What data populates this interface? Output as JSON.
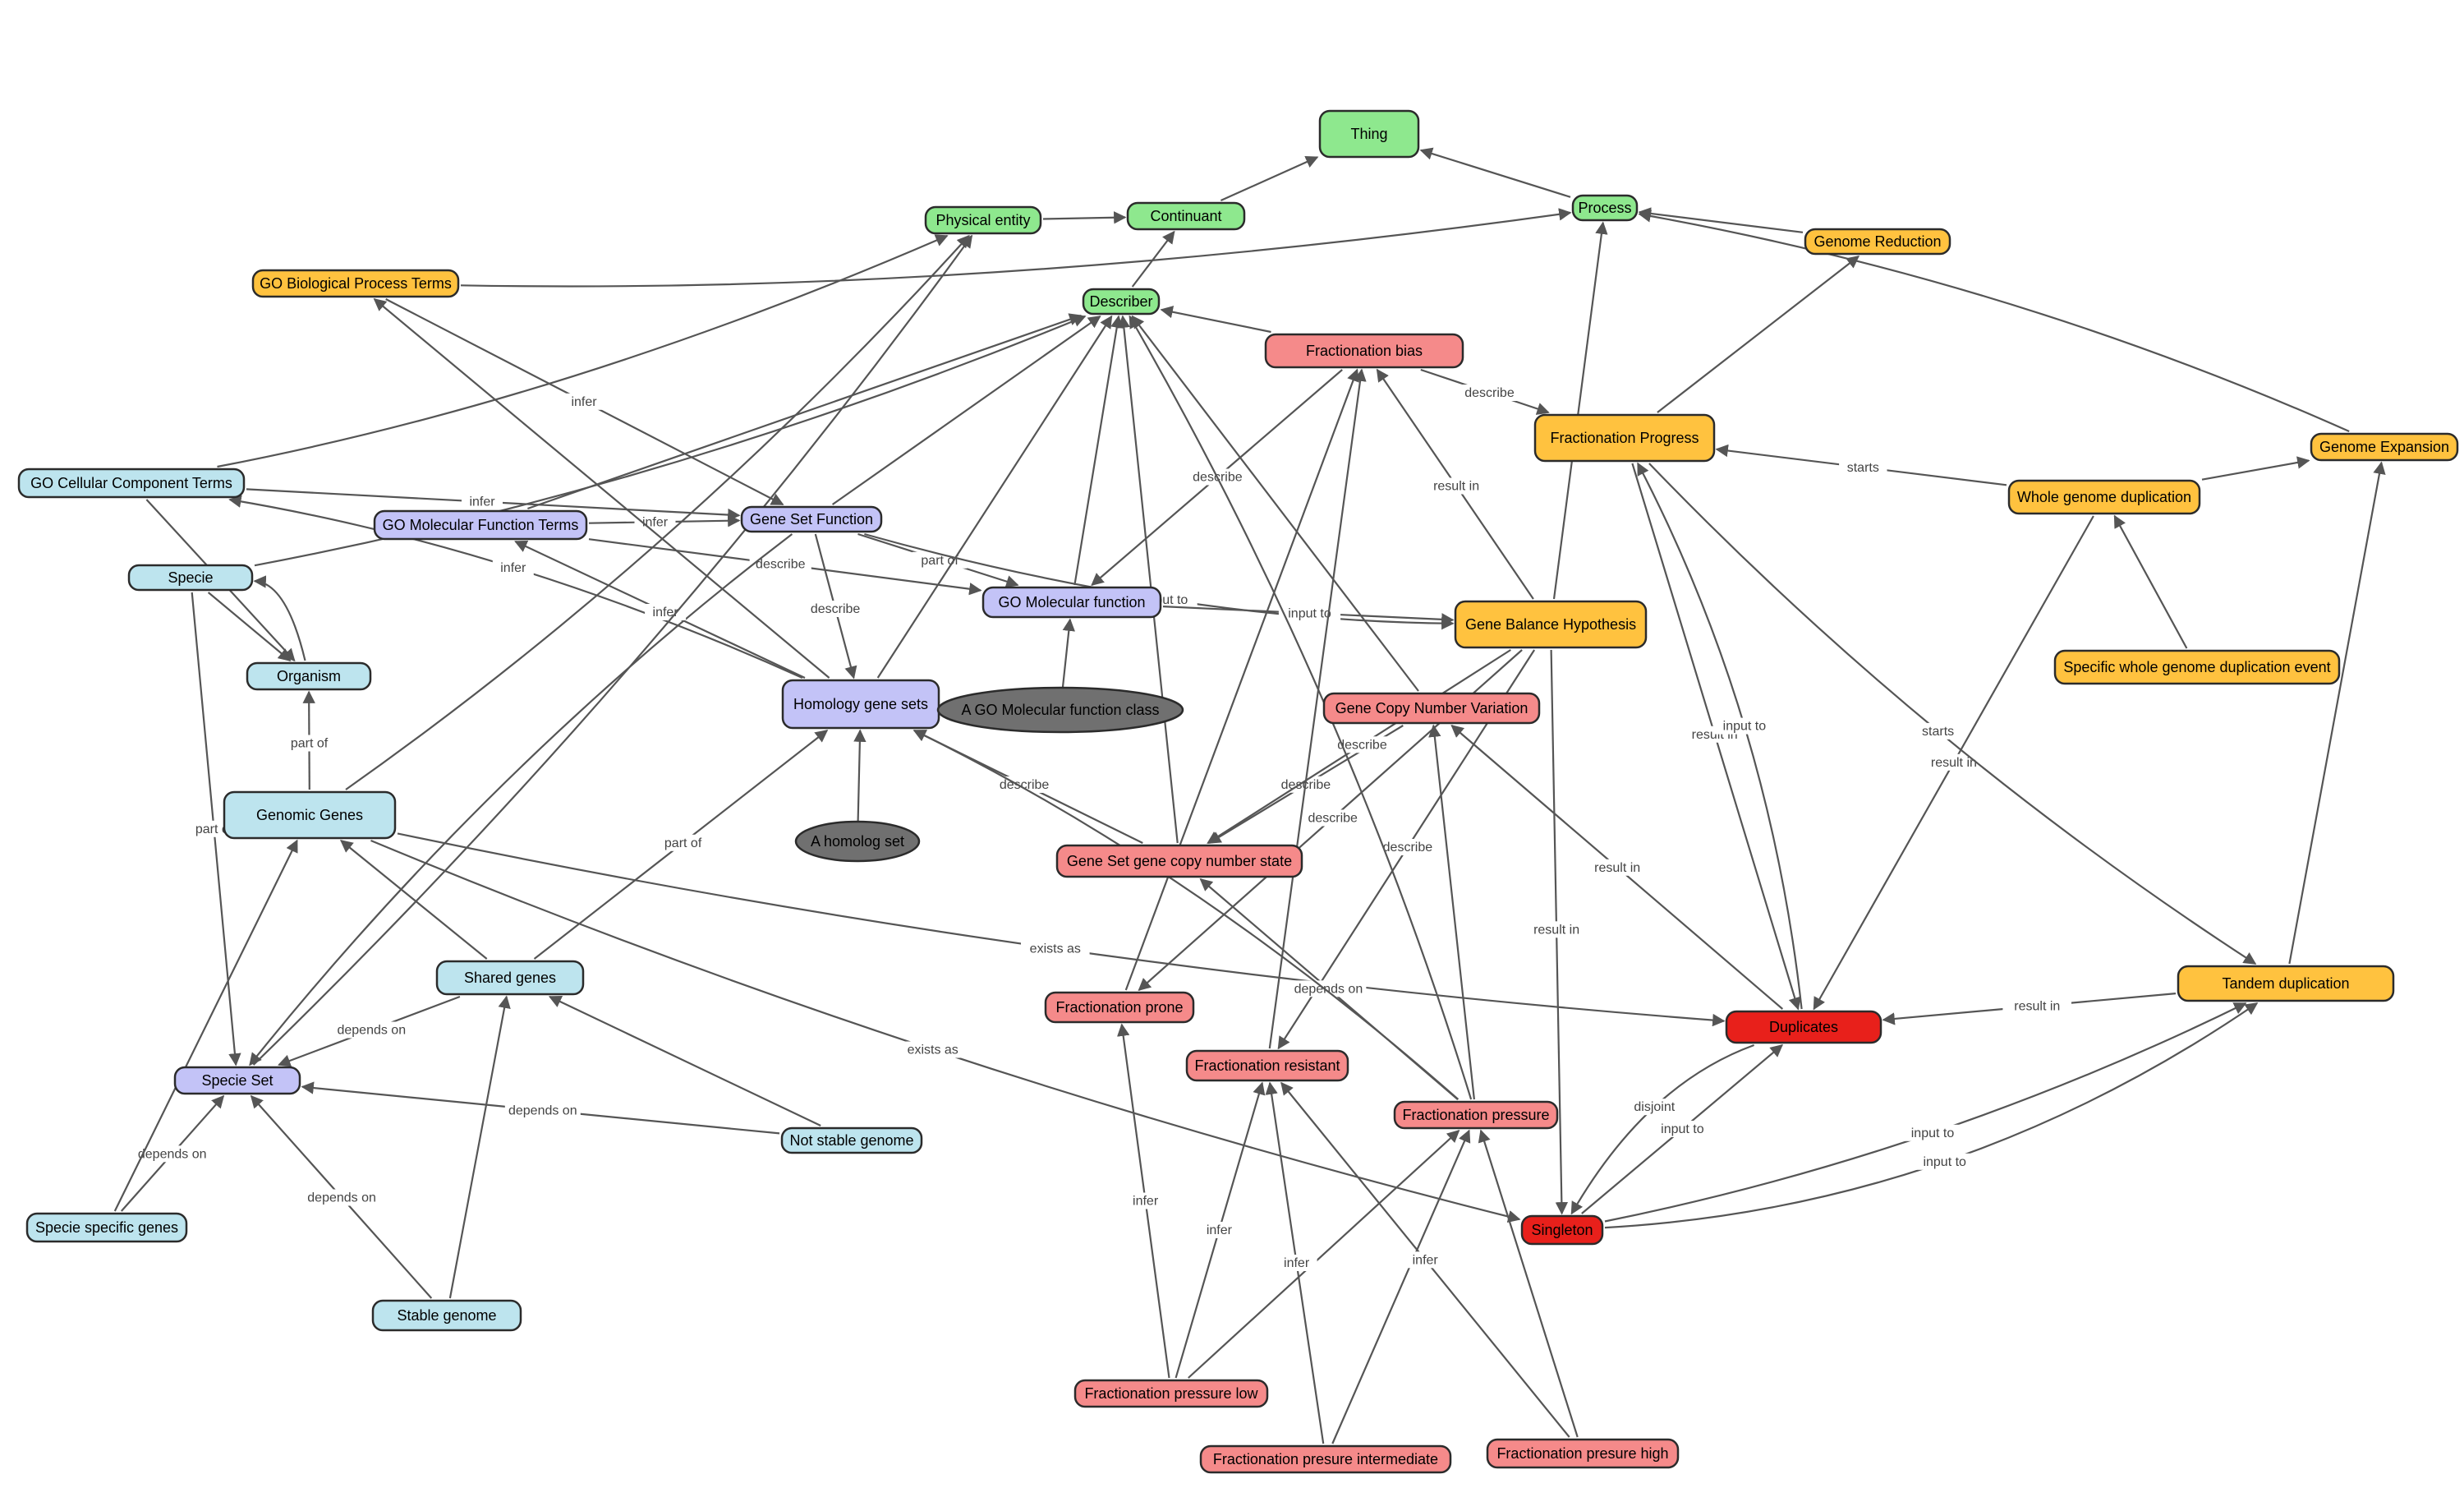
{
  "colors": {
    "top": "#8ee88e",
    "process": "#ffc23f",
    "bio": "#bde4ee",
    "func": "#c3c3f7",
    "frac": "#f58a8a",
    "dup": "#e8201b",
    "dark": "#707070"
  },
  "nodes": [
    {
      "id": "thing",
      "label": "Thing",
      "kind": "top"
    },
    {
      "id": "continuant",
      "label": "Continuant",
      "kind": "top"
    },
    {
      "id": "physical",
      "label": "Physical entity",
      "kind": "top"
    },
    {
      "id": "process",
      "label": "Process",
      "kind": "top"
    },
    {
      "id": "describer",
      "label": "Describer",
      "kind": "top"
    },
    {
      "id": "genome-reduction",
      "label": "Genome Reduction",
      "kind": "process"
    },
    {
      "id": "go-bio",
      "label": "GO Biological Process Terms",
      "kind": "process"
    },
    {
      "id": "frac-progress",
      "label": "Fractionation Progress",
      "kind": "process"
    },
    {
      "id": "genome-expansion",
      "label": "Genome Expansion",
      "kind": "process"
    },
    {
      "id": "wgd",
      "label": "Whole genome duplication",
      "kind": "process"
    },
    {
      "id": "gene-balance",
      "label": "Gene Balance Hypothesis",
      "kind": "process"
    },
    {
      "id": "specific-wgd",
      "label": "Specific whole genome duplication event",
      "kind": "process"
    },
    {
      "id": "tandem",
      "label": "Tandem duplication",
      "kind": "process"
    },
    {
      "id": "go-cell",
      "label": "GO Cellular Component Terms",
      "kind": "bio"
    },
    {
      "id": "specie",
      "label": "Specie",
      "kind": "bio"
    },
    {
      "id": "organism",
      "label": "Organism",
      "kind": "bio"
    },
    {
      "id": "genomic-genes",
      "label": "Genomic Genes",
      "kind": "bio"
    },
    {
      "id": "shared-genes",
      "label": "Shared genes",
      "kind": "bio"
    },
    {
      "id": "not-stable",
      "label": "Not stable genome",
      "kind": "bio"
    },
    {
      "id": "specie-specific",
      "label": "Specie specific genes",
      "kind": "bio"
    },
    {
      "id": "stable-genome",
      "label": "Stable genome",
      "kind": "bio"
    },
    {
      "id": "go-mol-terms",
      "label": "GO Molecular Function Terms",
      "kind": "func"
    },
    {
      "id": "gene-set-function",
      "label": "Gene Set Function",
      "kind": "func"
    },
    {
      "id": "go-mol-function",
      "label": "GO Molecular function",
      "kind": "func"
    },
    {
      "id": "homology",
      "label": "Homology gene sets",
      "kind": "func"
    },
    {
      "id": "specie-set",
      "label": "Specie Set",
      "kind": "func"
    },
    {
      "id": "go-mol-class",
      "label": "A GO Molecular function class",
      "kind": "dark"
    },
    {
      "id": "homolog-set",
      "label": "A homolog set",
      "kind": "dark"
    },
    {
      "id": "frac-bias",
      "label": "Fractionation bias",
      "kind": "frac"
    },
    {
      "id": "gcnv",
      "label": "Gene Copy Number Variation",
      "kind": "frac"
    },
    {
      "id": "gs-copy-state",
      "label": "Gene Set gene copy number state",
      "kind": "frac"
    },
    {
      "id": "frac-prone",
      "label": "Fractionation prone",
      "kind": "frac"
    },
    {
      "id": "frac-resistant",
      "label": "Fractionation resistant",
      "kind": "frac"
    },
    {
      "id": "frac-pressure",
      "label": "Fractionation pressure",
      "kind": "frac"
    },
    {
      "id": "frac-low",
      "label": "Fractionation pressure low",
      "kind": "frac"
    },
    {
      "id": "frac-int",
      "label": "Fractionation presure intermediate",
      "kind": "frac"
    },
    {
      "id": "frac-high",
      "label": "Fractionation presure high",
      "kind": "frac"
    },
    {
      "id": "duplicates",
      "label": "Duplicates",
      "kind": "dup"
    },
    {
      "id": "singleton",
      "label": "Singleton",
      "kind": "dup"
    }
  ],
  "edges": [
    {
      "from": "continuant",
      "to": "thing",
      "label": ""
    },
    {
      "from": "process",
      "to": "thing",
      "label": ""
    },
    {
      "from": "physical",
      "to": "continuant",
      "label": ""
    },
    {
      "from": "describer",
      "to": "continuant",
      "label": ""
    },
    {
      "from": "go-bio",
      "to": "process",
      "label": ""
    },
    {
      "from": "genome-reduction",
      "to": "process",
      "label": ""
    },
    {
      "from": "genome-expansion",
      "to": "process",
      "label": ""
    },
    {
      "from": "gene-balance",
      "to": "process",
      "label": ""
    },
    {
      "from": "frac-progress",
      "to": "genome-reduction",
      "label": ""
    },
    {
      "from": "frac-bias",
      "to": "describer",
      "label": ""
    },
    {
      "from": "frac-bias",
      "to": "frac-progress",
      "label": "describe"
    },
    {
      "from": "frac-bias",
      "to": "go-mol-function",
      "label": "describe"
    },
    {
      "from": "gene-balance",
      "to": "frac-bias",
      "label": "result in"
    },
    {
      "from": "wgd",
      "to": "frac-progress",
      "label": "starts"
    },
    {
      "from": "wgd",
      "to": "genome-expansion",
      "label": ""
    },
    {
      "from": "specific-wgd",
      "to": "wgd",
      "label": ""
    },
    {
      "from": "wgd",
      "to": "duplicates",
      "label": "result in"
    },
    {
      "from": "tandem",
      "to": "genome-expansion",
      "label": ""
    },
    {
      "from": "tandem",
      "to": "duplicates",
      "label": "result in"
    },
    {
      "from": "frac-progress",
      "to": "tandem",
      "label": "starts"
    },
    {
      "from": "frac-progress",
      "to": "duplicates",
      "label": "result in"
    },
    {
      "from": "duplicates",
      "to": "frac-progress",
      "label": "input to"
    },
    {
      "from": "singleton",
      "to": "tandem",
      "label": "input to"
    },
    {
      "from": "singleton",
      "to": "tandem",
      "label": "input to"
    },
    {
      "from": "singleton",
      "to": "duplicates",
      "label": "input to"
    },
    {
      "from": "duplicates",
      "to": "singleton",
      "label": "disjoint"
    },
    {
      "from": "gene-balance",
      "to": "singleton",
      "label": "result in"
    },
    {
      "from": "duplicates",
      "to": "gcnv",
      "label": "result in"
    },
    {
      "from": "go-bio",
      "to": "gene-set-function",
      "label": "infer"
    },
    {
      "from": "go-cell",
      "to": "gene-set-function",
      "label": "infer"
    },
    {
      "from": "go-mol-terms",
      "to": "gene-set-function",
      "label": "infer"
    },
    {
      "from": "go-mol-terms",
      "to": "go-mol-function",
      "label": "describe"
    },
    {
      "from": "go-mol-terms",
      "to": "describer",
      "label": ""
    },
    {
      "from": "go-cell",
      "to": "physical",
      "label": ""
    },
    {
      "from": "go-cell",
      "to": "organism",
      "label": "part of"
    },
    {
      "from": "gene-set-function",
      "to": "describer",
      "label": ""
    },
    {
      "from": "gene-set-function",
      "to": "go-mol-function",
      "label": "part of"
    },
    {
      "from": "gene-set-function",
      "to": "gene-balance",
      "label": "input to"
    },
    {
      "from": "gene-set-function",
      "to": "homology",
      "label": "describe"
    },
    {
      "from": "gene-set-function",
      "to": "specie-set",
      "label": ""
    },
    {
      "from": "go-mol-function",
      "to": "describer",
      "label": ""
    },
    {
      "from": "go-mol-function",
      "to": "gene-balance",
      "label": "input to"
    },
    {
      "from": "go-mol-class",
      "to": "go-mol-function",
      "label": ""
    },
    {
      "from": "homology",
      "to": "go-bio",
      "label": ""
    },
    {
      "from": "homology",
      "to": "go-cell",
      "label": "infer"
    },
    {
      "from": "homology",
      "to": "go-mol-terms",
      "label": "infer"
    },
    {
      "from": "homology",
      "to": "describer",
      "label": ""
    },
    {
      "from": "homolog-set",
      "to": "homology",
      "label": ""
    },
    {
      "from": "specie",
      "to": "organism",
      "label": ""
    },
    {
      "from": "organism",
      "to": "specie",
      "label": ""
    },
    {
      "from": "specie",
      "to": "specie-set",
      "label": "part of"
    },
    {
      "from": "specie",
      "to": "describer",
      "label": ""
    },
    {
      "from": "genomic-genes",
      "to": "organism",
      "label": "part of"
    },
    {
      "from": "genomic-genes",
      "to": "physical",
      "label": ""
    },
    {
      "from": "genomic-genes",
      "to": "duplicates",
      "label": "exists as"
    },
    {
      "from": "genomic-genes",
      "to": "singleton",
      "label": "exists as"
    },
    {
      "from": "shared-genes",
      "to": "genomic-genes",
      "label": ""
    },
    {
      "from": "shared-genes",
      "to": "homology",
      "label": "part of"
    },
    {
      "from": "shared-genes",
      "to": "specie-set",
      "label": "depends on"
    },
    {
      "from": "not-stable",
      "to": "shared-genes",
      "label": ""
    },
    {
      "from": "not-stable",
      "to": "specie-set",
      "label": "depends on"
    },
    {
      "from": "stable-genome",
      "to": "shared-genes",
      "label": ""
    },
    {
      "from": "stable-genome",
      "to": "specie-set",
      "label": "depends on"
    },
    {
      "from": "specie-specific",
      "to": "specie-set",
      "label": "depends on"
    },
    {
      "from": "specie-specific",
      "to": "genomic-genes",
      "label": ""
    },
    {
      "from": "specie-set",
      "to": "physical",
      "label": ""
    },
    {
      "from": "gcnv",
      "to": "describer",
      "label": ""
    },
    {
      "from": "gcnv",
      "to": "gs-copy-state",
      "label": "describe"
    },
    {
      "from": "gene-balance",
      "to": "gs-copy-state",
      "label": "describe"
    },
    {
      "from": "gene-balance",
      "to": "frac-resistant",
      "label": "describe"
    },
    {
      "from": "gene-balance",
      "to": "frac-prone",
      "label": "describe"
    },
    {
      "from": "gs-copy-state",
      "to": "homology",
      "label": "describe"
    },
    {
      "from": "gs-copy-state",
      "to": "describer",
      "label": ""
    },
    {
      "from": "frac-prone",
      "to": "frac-bias",
      "label": ""
    },
    {
      "from": "frac-resistant",
      "to": "frac-bias",
      "label": ""
    },
    {
      "from": "frac-pressure",
      "to": "describer",
      "label": ""
    },
    {
      "from": "frac-pressure",
      "to": "gcnv",
      "label": ""
    },
    {
      "from": "frac-pressure",
      "to": "gs-copy-state",
      "label": "depends on"
    },
    {
      "from": "frac-pressure",
      "to": "homology",
      "label": ""
    },
    {
      "from": "frac-low",
      "to": "frac-prone",
      "label": "infer"
    },
    {
      "from": "frac-low",
      "to": "frac-resistant",
      "label": "infer"
    },
    {
      "from": "frac-low",
      "to": "frac-pressure",
      "label": ""
    },
    {
      "from": "frac-int",
      "to": "frac-resistant",
      "label": "infer"
    },
    {
      "from": "frac-int",
      "to": "frac-pressure",
      "label": ""
    },
    {
      "from": "frac-high",
      "to": "frac-resistant",
      "label": "infer"
    },
    {
      "from": "frac-high",
      "to": "frac-pressure",
      "label": ""
    }
  ]
}
